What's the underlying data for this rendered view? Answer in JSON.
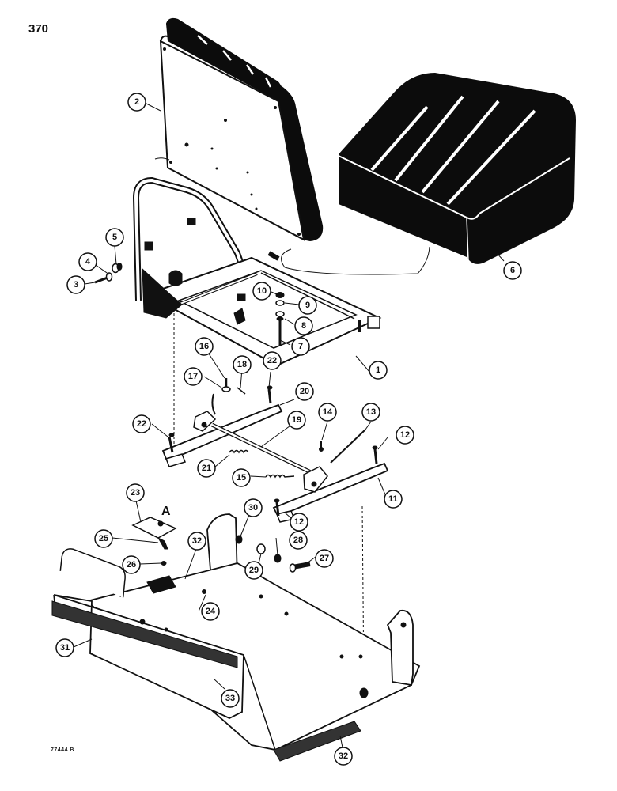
{
  "page": {
    "number": "370",
    "footer_code": "77444 B"
  },
  "colors": {
    "ink": "#111111",
    "cushion": "#0c0c0c",
    "stripe": "#ffffff",
    "paper": "#ffffff"
  },
  "detail_reference": "A",
  "callouts": [
    {
      "id": "1",
      "label": "1"
    },
    {
      "id": "2",
      "label": "2"
    },
    {
      "id": "3",
      "label": "3"
    },
    {
      "id": "4",
      "label": "4"
    },
    {
      "id": "5",
      "label": "5"
    },
    {
      "id": "6",
      "label": "6"
    },
    {
      "id": "7",
      "label": "7"
    },
    {
      "id": "8",
      "label": "8"
    },
    {
      "id": "9",
      "label": "9"
    },
    {
      "id": "10",
      "label": "10"
    },
    {
      "id": "11",
      "label": "11"
    },
    {
      "id": "12a",
      "label": "12"
    },
    {
      "id": "12b",
      "label": "12"
    },
    {
      "id": "13",
      "label": "13"
    },
    {
      "id": "14",
      "label": "14"
    },
    {
      "id": "15",
      "label": "15"
    },
    {
      "id": "16",
      "label": "16"
    },
    {
      "id": "17",
      "label": "17"
    },
    {
      "id": "18",
      "label": "18"
    },
    {
      "id": "19",
      "label": "19"
    },
    {
      "id": "20",
      "label": "20"
    },
    {
      "id": "21",
      "label": "21"
    },
    {
      "id": "22a",
      "label": "22"
    },
    {
      "id": "22b",
      "label": "22"
    },
    {
      "id": "23",
      "label": "23"
    },
    {
      "id": "24",
      "label": "24"
    },
    {
      "id": "25",
      "label": "25"
    },
    {
      "id": "26",
      "label": "26"
    },
    {
      "id": "27",
      "label": "27"
    },
    {
      "id": "28",
      "label": "28"
    },
    {
      "id": "29",
      "label": "29"
    },
    {
      "id": "30",
      "label": "30"
    },
    {
      "id": "31",
      "label": "31"
    },
    {
      "id": "32a",
      "label": "32"
    },
    {
      "id": "32b",
      "label": "32"
    },
    {
      "id": "33",
      "label": "33"
    }
  ]
}
